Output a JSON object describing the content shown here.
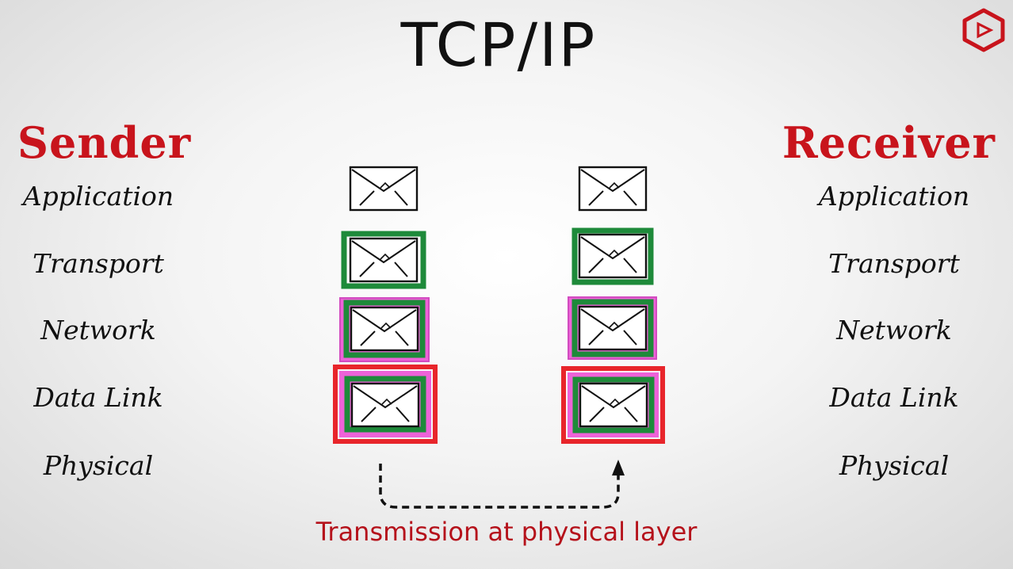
{
  "title": "TCP/IP",
  "sender": {
    "heading": "Sender",
    "layers": [
      "Application",
      "Transport",
      "Network",
      "Data Link",
      "Physical"
    ]
  },
  "receiver": {
    "heading": "Receiver",
    "layers": [
      "Application",
      "Transport",
      "Network",
      "Data Link",
      "Physical"
    ]
  },
  "caption": "Transmission at physical layer",
  "colors": {
    "heading": "#c8141c",
    "transport_wrap": "#1e8a3a",
    "network_wrap": "#ee62d8",
    "datalink_wrap": "#e8252b",
    "caption": "#b5121b"
  },
  "icons": {
    "logo": "play-logo-icon",
    "envelope": "envelope-icon",
    "arrow": "dashed-arrow-icon"
  }
}
